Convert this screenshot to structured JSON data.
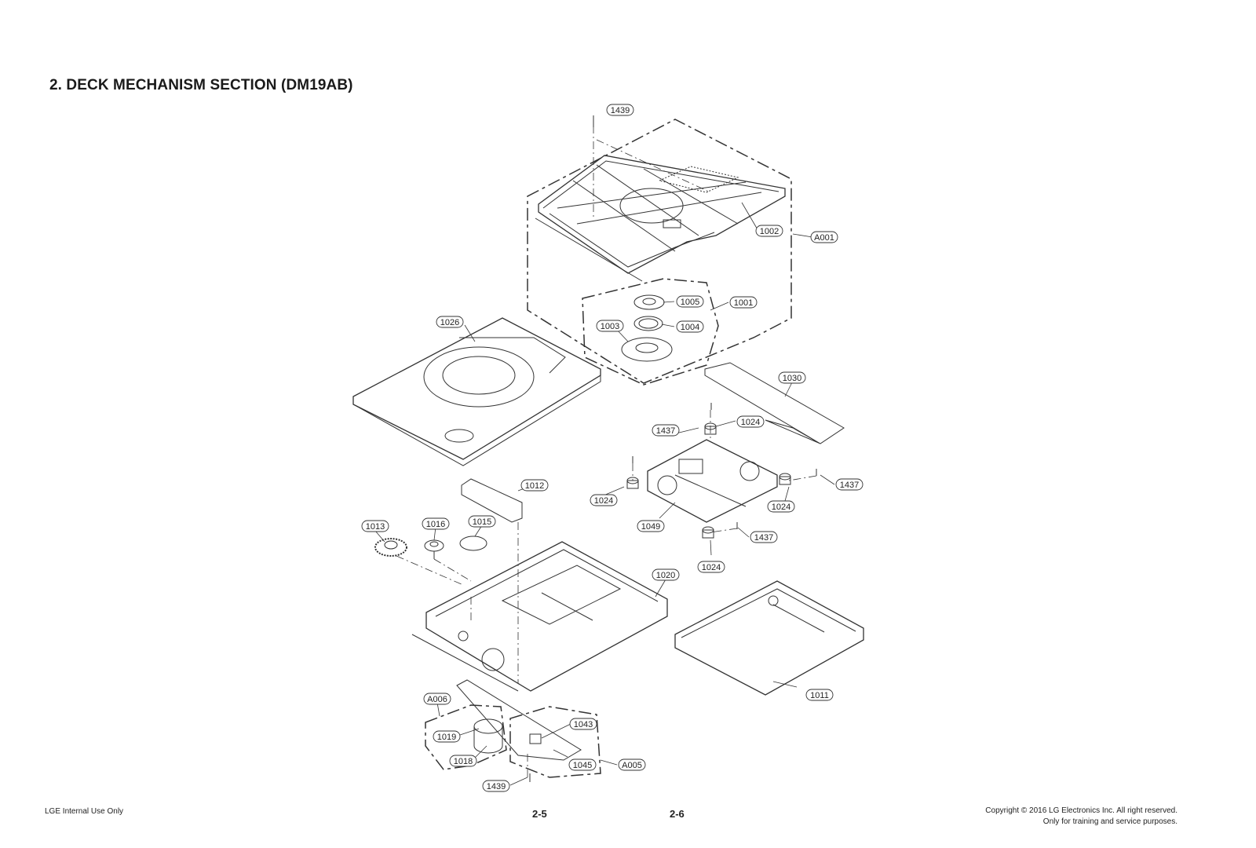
{
  "page": {
    "title": "2. DECK MECHANISM SECTION (DM19AB)"
  },
  "diagram": {
    "callouts": [
      {
        "id": "1439"
      },
      {
        "id": "1002"
      },
      {
        "id": "A001"
      },
      {
        "id": "1005"
      },
      {
        "id": "1001"
      },
      {
        "id": "1003"
      },
      {
        "id": "1004"
      },
      {
        "id": "1026"
      },
      {
        "id": "1030"
      },
      {
        "id": "1437"
      },
      {
        "id": "1024"
      },
      {
        "id": "1012"
      },
      {
        "id": "1024"
      },
      {
        "id": "1437"
      },
      {
        "id": "1024"
      },
      {
        "id": "1013"
      },
      {
        "id": "1016"
      },
      {
        "id": "1015"
      },
      {
        "id": "1049"
      },
      {
        "id": "1437"
      },
      {
        "id": "1024"
      },
      {
        "id": "1020"
      },
      {
        "id": "1011"
      },
      {
        "id": "A006"
      },
      {
        "id": "1043"
      },
      {
        "id": "1019"
      },
      {
        "id": "1018"
      },
      {
        "id": "1045"
      },
      {
        "id": "A005"
      },
      {
        "id": "1439"
      }
    ]
  },
  "footer": {
    "left": "LGE Internal Use Only",
    "page_left": "2-5",
    "page_right": "2-6",
    "copyright_line1": "Copyright © 2016 LG Electronics Inc. All right reserved.",
    "copyright_line2": "Only for training and service purposes."
  }
}
